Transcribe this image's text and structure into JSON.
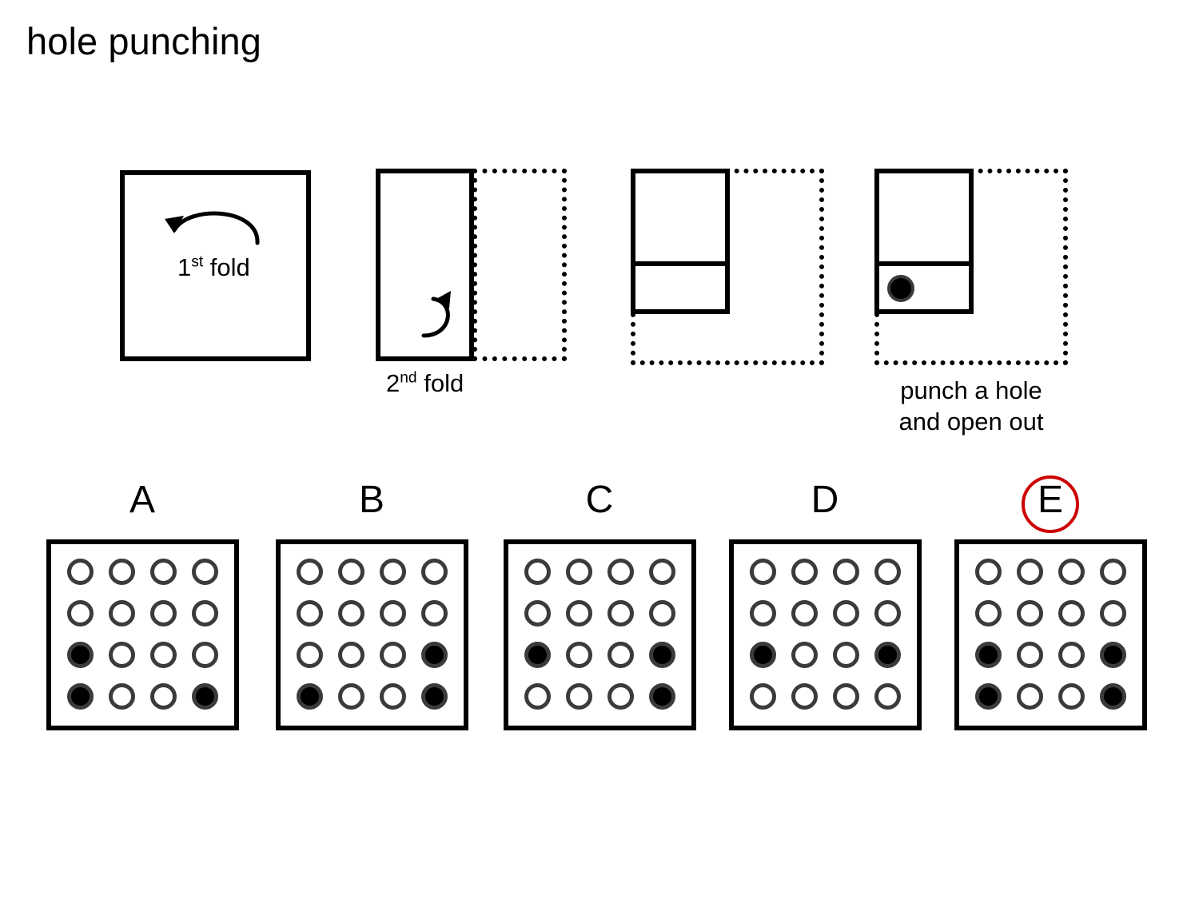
{
  "title": "hole punching",
  "steps": [
    {
      "id": "step-1-first-fold",
      "label_prefix": "1",
      "label_sup": "st",
      "label_suffix": " fold",
      "label_full": "1st fold",
      "arrow": "curved-arrow-left-over-top",
      "shape": "full-square"
    },
    {
      "id": "step-2-second-fold",
      "label_prefix": "2",
      "label_sup": "nd",
      "label_suffix": " fold",
      "label_full": "2nd fold",
      "arrow": "curved-arrow-left-c-shape",
      "shape": "left-half-rectangle-with-dotted-ghost"
    },
    {
      "id": "step-3-folded-quarter",
      "label_full": "",
      "shape": "quarter-fold-with-dotted-ghost"
    },
    {
      "id": "step-4-punch",
      "label_line_1": "punch  a hole",
      "label_line_2": "and  open  out",
      "shape": "quarter-fold-with-hole",
      "hole_position": "bottom-band-left"
    }
  ],
  "answer_options": [
    {
      "letter": "A",
      "highlighted": false,
      "grid": [
        [
          0,
          0,
          0,
          0
        ],
        [
          0,
          0,
          0,
          0
        ],
        [
          1,
          0,
          0,
          0
        ],
        [
          1,
          0,
          0,
          1
        ]
      ]
    },
    {
      "letter": "B",
      "highlighted": false,
      "grid": [
        [
          0,
          0,
          0,
          0
        ],
        [
          0,
          0,
          0,
          0
        ],
        [
          0,
          0,
          0,
          1
        ],
        [
          1,
          0,
          0,
          1
        ]
      ]
    },
    {
      "letter": "C",
      "highlighted": false,
      "grid": [
        [
          0,
          0,
          0,
          0
        ],
        [
          0,
          0,
          0,
          0
        ],
        [
          1,
          0,
          0,
          1
        ],
        [
          0,
          0,
          0,
          1
        ]
      ]
    },
    {
      "letter": "D",
      "highlighted": false,
      "grid": [
        [
          0,
          0,
          0,
          0
        ],
        [
          0,
          0,
          0,
          0
        ],
        [
          1,
          0,
          0,
          1
        ],
        [
          0,
          0,
          0,
          0
        ]
      ]
    },
    {
      "letter": "E",
      "highlighted": true,
      "grid": [
        [
          0,
          0,
          0,
          0
        ],
        [
          0,
          0,
          0,
          0
        ],
        [
          1,
          0,
          0,
          1
        ],
        [
          1,
          0,
          0,
          1
        ]
      ]
    }
  ],
  "colors": {
    "ink": "#000000",
    "hole_stroke": "#3b3b3b",
    "highlight_red": "#CC0000",
    "background": "#ffffff"
  },
  "grid_dimensions": {
    "rows": 4,
    "columns": 4
  }
}
